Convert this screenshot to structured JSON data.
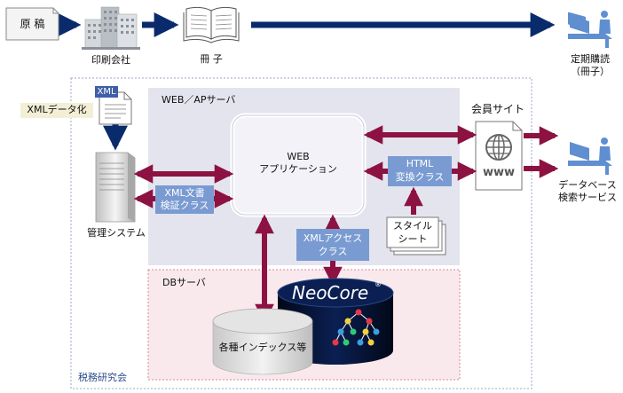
{
  "manuscript": "原 稿",
  "printing_company": "印刷会社",
  "booklet": "冊 子",
  "subscription": {
    "line1": "定期購読",
    "line2": "（冊子）"
  },
  "xml_badge": "XML",
  "xml_conversion": "XMLデータ化",
  "web_ap_server": "WEB／APサーバ",
  "member_site": "会員サイト",
  "webapp": {
    "line1": "WEB",
    "line2": "アプリケーション"
  },
  "html_class": {
    "line1": "HTML",
    "line2": "変換クラス"
  },
  "xml_doc_class": {
    "line1": "XML文書",
    "line2": "検証クラス"
  },
  "xml_access_class": {
    "line1": "XMLアクセス",
    "line2": "クラス"
  },
  "stylesheet": {
    "line1": "スタイル",
    "line2": "シート"
  },
  "management_system": "管理システム",
  "db_server": "DBサーバ",
  "neocore": "NeoCore",
  "neocore_mark": "®",
  "index_db": "各種インデックス等",
  "db_service": {
    "line1": "データベース",
    "line2": "検索サービス"
  },
  "www_label": "www",
  "tax_institute": "税務研究会",
  "colors": {
    "arrow_navy": "#0a2b6b",
    "arrow_maroon": "#8c1242",
    "class_box_blue": "#7a9bd2",
    "web_panel": "#e4e4ef",
    "db_panel": "#f9e9ec",
    "figure_blue": "#5f8fd0"
  }
}
